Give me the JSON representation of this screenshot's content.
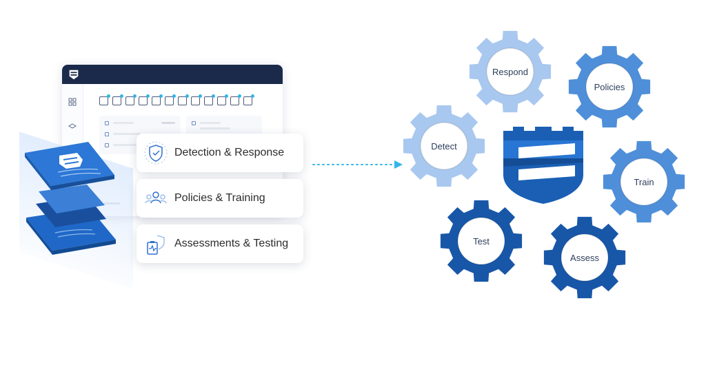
{
  "features": [
    {
      "label": "Detection & Response",
      "icon": "shield-check-icon"
    },
    {
      "label": "Policies & Training",
      "icon": "people-group-icon"
    },
    {
      "label": "Assessments & Testing",
      "icon": "clipboard-shield-icon"
    }
  ],
  "gears": [
    {
      "label": "Respond",
      "color": "#a9c8ef"
    },
    {
      "label": "Policies",
      "color": "#4f8fd9"
    },
    {
      "label": "Detect",
      "color": "#a9c8ef"
    },
    {
      "label": "Train",
      "color": "#4f8fd9"
    },
    {
      "label": "Test",
      "color": "#1857a8"
    },
    {
      "label": "Assess",
      "color": "#1857a8"
    }
  ],
  "colors": {
    "navy": "#1b2a4a",
    "brand_blue": "#1a5fb4",
    "light_blue": "#a9c8ef",
    "mid_blue": "#4f8fd9",
    "dark_blue": "#1857a8",
    "accent_cyan": "#32b6e8"
  },
  "icons": {
    "window_logo": "tower-logo-icon",
    "center_logo": "tower-shield-logo",
    "arrow": "dotted-arrow-icon"
  }
}
